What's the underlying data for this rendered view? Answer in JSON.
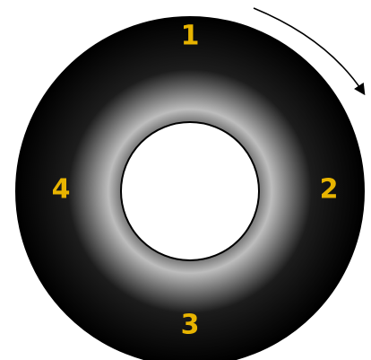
{
  "diagram": {
    "rotation_direction": "clockwise",
    "colors": {
      "ring_dark": "#000000",
      "ring_light": "#bdbdbd",
      "outline": "#000000",
      "hole": "#ffffff",
      "label": "#e8b400",
      "arrow": "#000000"
    },
    "positions": [
      {
        "label": "1",
        "side": "top"
      },
      {
        "label": "2",
        "side": "right"
      },
      {
        "label": "3",
        "side": "bottom"
      },
      {
        "label": "4",
        "side": "left"
      }
    ]
  }
}
